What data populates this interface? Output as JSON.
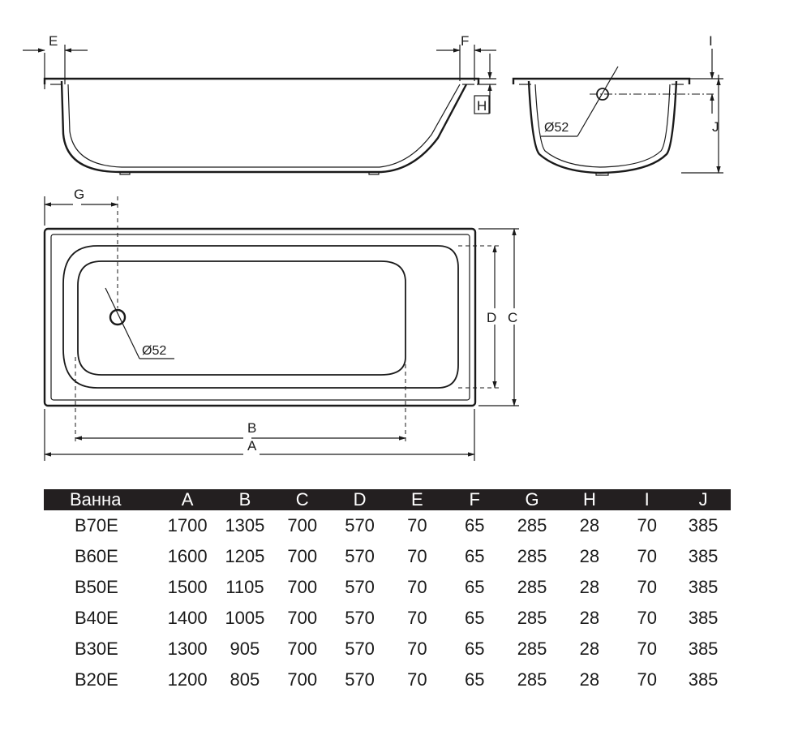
{
  "diagram": {
    "labels": {
      "e": "E",
      "f": "F",
      "h": "H",
      "i": "I",
      "j": "J",
      "g": "G",
      "d": "D",
      "c": "C",
      "b": "B",
      "a": "A",
      "drain_side": "Ø52",
      "drain_top": "Ø52"
    }
  },
  "table": {
    "headers": [
      "Ванна",
      "A",
      "B",
      "C",
      "D",
      "E",
      "F",
      "G",
      "H",
      "I",
      "J"
    ],
    "rows": [
      [
        "B70E",
        "1700",
        "1305",
        "700",
        "570",
        "70",
        "65",
        "285",
        "28",
        "70",
        "385"
      ],
      [
        "B60E",
        "1600",
        "1205",
        "700",
        "570",
        "70",
        "65",
        "285",
        "28",
        "70",
        "385"
      ],
      [
        "B50E",
        "1500",
        "1105",
        "700",
        "570",
        "70",
        "65",
        "285",
        "28",
        "70",
        "385"
      ],
      [
        "B40E",
        "1400",
        "1005",
        "700",
        "570",
        "70",
        "65",
        "285",
        "28",
        "70",
        "385"
      ],
      [
        "B30E",
        "1300",
        "905",
        "700",
        "570",
        "70",
        "65",
        "285",
        "28",
        "70",
        "385"
      ],
      [
        "B20E",
        "1200",
        "805",
        "700",
        "570",
        "70",
        "65",
        "285",
        "28",
        "70",
        "385"
      ]
    ]
  },
  "colors": {
    "ink": "#1a1a1a",
    "header_bg": "#231f20",
    "header_text": "#ffffff"
  }
}
